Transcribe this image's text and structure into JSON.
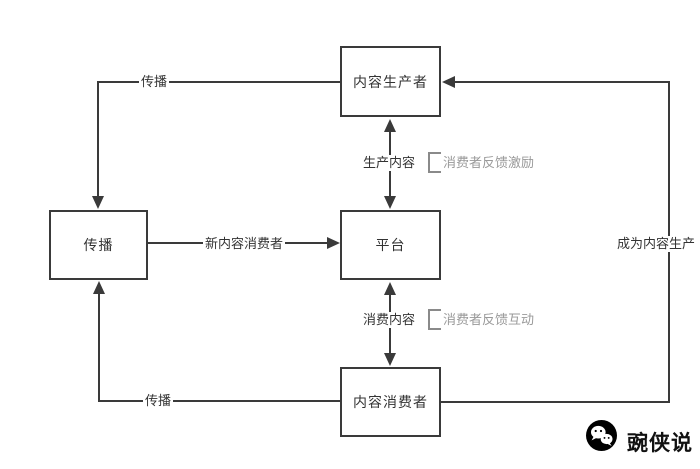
{
  "diagram": {
    "nodes": {
      "producer": "内容生产者",
      "platform": "平台",
      "consumer": "内容消费者",
      "spread": "传播"
    },
    "edge_labels": {
      "spread_top": "传播",
      "produce_content": "生产内容",
      "new_content_consumer": "新内容消费者",
      "consume_content": "消费内容",
      "become_producer": "成为内容生产",
      "spread_bottom": "传播"
    },
    "annotations": {
      "feedback_incentive": "消费者反馈激励",
      "feedback_interaction": "消费者反馈互动"
    }
  },
  "footer": {
    "brand": "豌侠说",
    "icon": "wechat-icon"
  },
  "colors": {
    "background": "#ffffff",
    "line": "#3a3a3a",
    "box_border": "#3a3a3a",
    "text": "#333333",
    "muted_text": "#999999",
    "bracket": "#8a8a8a",
    "brand_icon_bg": "#000000",
    "brand_icon_fg": "#ffffff",
    "brand_text": "#111111"
  }
}
